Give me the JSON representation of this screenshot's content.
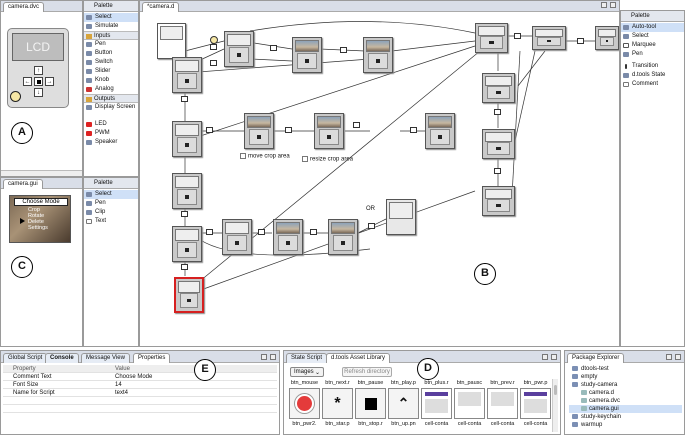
{
  "device_panel": {
    "tab": "camera.dvc",
    "lcd_text": "LCD",
    "label": "A"
  },
  "gui_panel": {
    "tab": "camera.gui",
    "menu_title": "Choose Mode",
    "menu_items": [
      "Crop",
      "Rotate",
      "Delete",
      "Settings"
    ],
    "label": "C"
  },
  "palette_top": {
    "title": "Palette",
    "tools": [
      "Select",
      "Simulate"
    ],
    "inputs_header": "Inputs",
    "inputs": [
      "Pen",
      "Button",
      "Switch",
      "Slider",
      "Knob",
      "Analog"
    ],
    "outputs_header": "Outputs",
    "outputs": [
      "Display Screen",
      "LED",
      "PWM",
      "Speaker"
    ]
  },
  "palette_gui": {
    "title": "Palette",
    "items": [
      "Select",
      "Pen",
      "Clip",
      "Text"
    ]
  },
  "editor": {
    "tab": "*camera.d",
    "label": "B",
    "annotations": [
      "move crop area",
      "resize crop area"
    ],
    "or_label": "OR"
  },
  "palette_right": {
    "title": "Palette",
    "items": [
      "Auto-tool",
      "Select",
      "Marquee",
      "Pen",
      "Transition",
      "d.tools State",
      "Comment"
    ]
  },
  "bottom_left": {
    "tabs": [
      "Global Script",
      "Console",
      "Message View",
      "Properties"
    ],
    "label": "E",
    "headers": [
      "Property",
      "Value"
    ],
    "rows": [
      [
        "Comment Text",
        "Choose Mode"
      ],
      [
        "Font Size",
        "14"
      ],
      [
        "Name for Script",
        "text4"
      ]
    ]
  },
  "asset_library": {
    "tabs": [
      "State Script",
      "d.tools Asset Library"
    ],
    "label": "D",
    "dropdown": "Images",
    "refresh": "Refresh directory",
    "top_labels": [
      "btn_mouse",
      "btn_next.r",
      "btn_pause",
      "btn_play.p",
      "btn_plus.r",
      "btn_pausc",
      "btn_prev.r",
      "btn_pwr.p"
    ],
    "bottom_labels": [
      "btn_pwr2.",
      "btn_star.p",
      "btn_stop.r",
      "btn_up.pn",
      "cell-conta",
      "cell-conta",
      "cell-conta",
      "cell-conta"
    ]
  },
  "package_explorer": {
    "tab": "Package Explorer",
    "items": [
      {
        "name": "dtools-test",
        "level": 0
      },
      {
        "name": "empty",
        "level": 0
      },
      {
        "name": "study-camera",
        "level": 0
      },
      {
        "name": "camera.d",
        "level": 1
      },
      {
        "name": "camera.dvc",
        "level": 1
      },
      {
        "name": "camera.gui",
        "level": 1
      },
      {
        "name": "study-keychain",
        "level": 0
      },
      {
        "name": "warmup",
        "level": 0
      }
    ]
  },
  "colors": {
    "selection": "#cfe0f7",
    "tab_active": "#ffffff",
    "error_red": "#d62020"
  }
}
